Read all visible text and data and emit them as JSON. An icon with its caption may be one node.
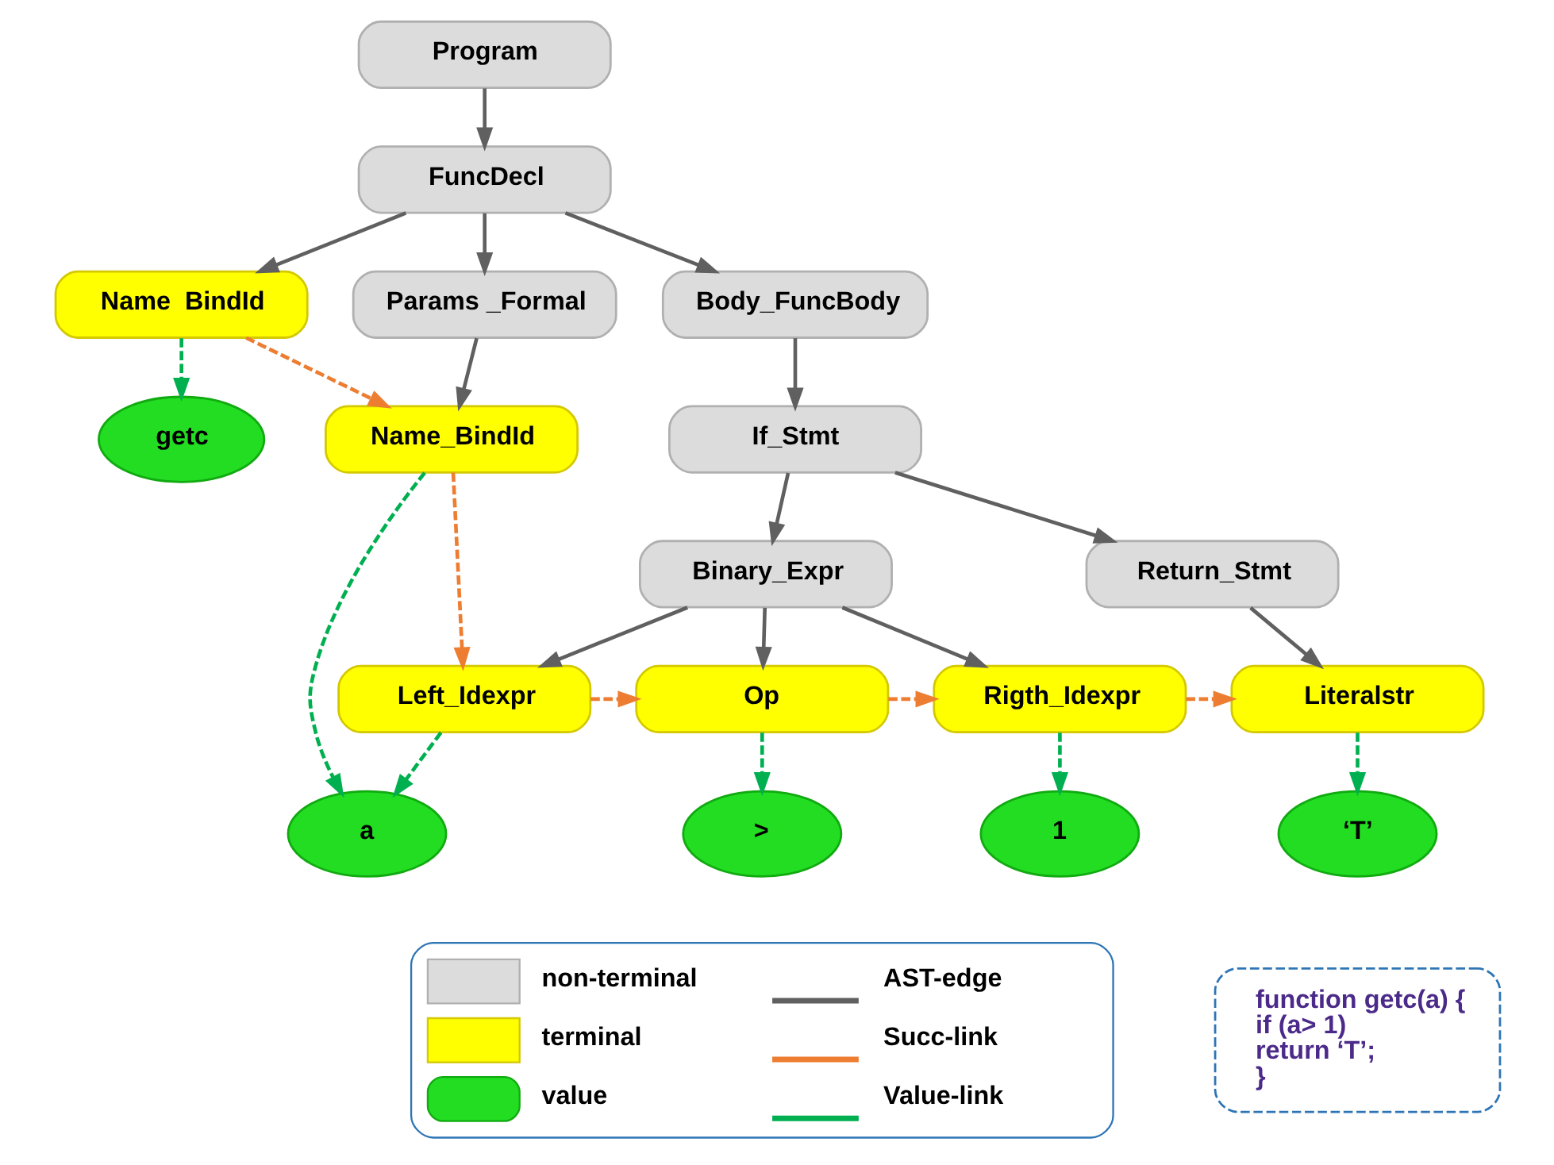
{
  "diagram": {
    "nodes": [
      {
        "text": [
          "Program"
        ]
      },
      {
        "text": [
          "FuncDecl"
        ]
      },
      {
        "text": [
          "Name  BindId"
        ]
      },
      {
        "text": [
          "Params _Formal"
        ]
      },
      {
        "text": [
          "Body_FuncBody"
        ]
      },
      {
        "text": [
          "getc"
        ]
      },
      {
        "text": [
          "Name_BindId"
        ]
      },
      {
        "text": [
          "If_Stmt"
        ]
      },
      {
        "text": [
          "Binary_Expr"
        ]
      },
      {
        "text": [
          "Return_Stmt"
        ]
      },
      {
        "text": [
          "Left_Idexpr"
        ]
      },
      {
        "text": [
          "Op"
        ]
      },
      {
        "text": [
          "Rigth_Idexpr"
        ]
      },
      {
        "text": [
          "Literalstr"
        ]
      },
      {
        "text": [
          "a"
        ]
      },
      {
        "text": [
          ">"
        ]
      },
      {
        "text": [
          "1"
        ]
      },
      {
        "text": [
          "‘T’"
        ]
      },
      {
        "text": [
          "function getc(a) {",
          "if (a> 1)",
          "return ‘T’;",
          "}"
        ]
      }
    ],
    "edges": [
      {
        "from": 0,
        "to": 1,
        "arrow": "to"
      },
      {
        "from": 1,
        "to": 2,
        "arrow": "to"
      },
      {
        "from": 1,
        "to": 3,
        "arrow": "to"
      },
      {
        "from": 1,
        "to": 4,
        "arrow": "to"
      },
      {
        "from": 2,
        "to": 5,
        "arrow": "to",
        "style": "dashed",
        "color": "#00b050"
      },
      {
        "from": 2,
        "to": 6,
        "arrow": "to",
        "style": "dashed",
        "color": "#ed7d31"
      },
      {
        "from": 3,
        "to": 6,
        "arrow": "to"
      },
      {
        "from": 4,
        "to": 7,
        "arrow": "to"
      },
      {
        "from": 6,
        "to": 14,
        "arrow": "to",
        "style": "dashed",
        "color": "#00b050"
      },
      {
        "from": 6,
        "to": 10,
        "arrow": "to",
        "style": "dashed",
        "color": "#ed7d31"
      },
      {
        "from": 7,
        "to": 8,
        "arrow": "to"
      },
      {
        "from": 7,
        "to": 9,
        "arrow": "to"
      },
      {
        "from": 8,
        "to": 10,
        "arrow": "to"
      },
      {
        "from": 8,
        "to": 11,
        "arrow": "to"
      },
      {
        "from": 8,
        "to": 12,
        "arrow": "to"
      },
      {
        "from": 9,
        "to": 13,
        "arrow": "to"
      },
      {
        "from": 10,
        "to": 11,
        "arrow": "to",
        "style": "dashed",
        "color": "#ed7d31"
      },
      {
        "from": 11,
        "to": 12,
        "arrow": "to",
        "style": "dashed",
        "color": "#ed7d31"
      },
      {
        "from": 12,
        "to": 13,
        "arrow": "to",
        "style": "dashed",
        "color": "#ed7d31"
      },
      {
        "from": 10,
        "to": 14,
        "arrow": "to",
        "style": "dashed",
        "color": "#00b050"
      },
      {
        "from": 11,
        "to": 15,
        "arrow": "to",
        "style": "dashed",
        "color": "#00b050"
      },
      {
        "from": 12,
        "to": 16,
        "arrow": "to",
        "style": "dashed",
        "color": "#00b050"
      },
      {
        "from": 13,
        "to": 17,
        "arrow": "to",
        "style": "dashed",
        "color": "#00b050"
      }
    ],
    "legend": [
      {
        "text": "non-terminal"
      },
      {
        "text": "terminal"
      },
      {
        "text": "value"
      },
      {
        "text": "AST-edge"
      },
      {
        "text": "Succ-link"
      },
      {
        "text": "Value-link"
      }
    ]
  }
}
